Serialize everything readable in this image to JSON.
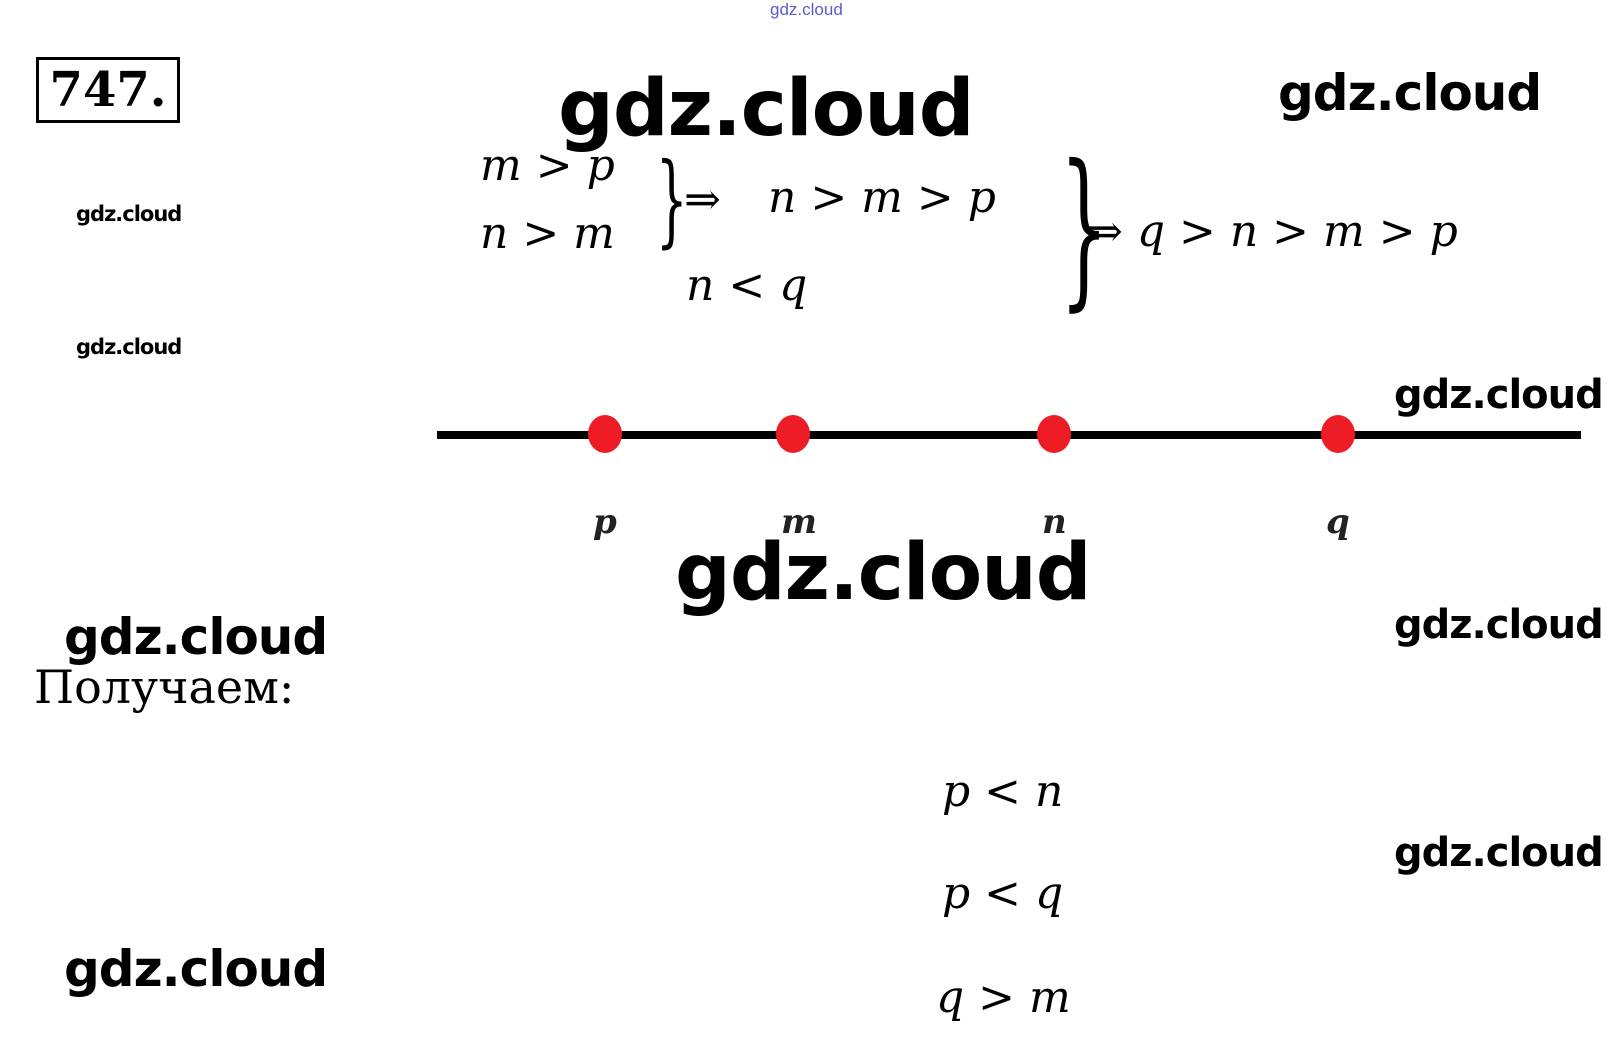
{
  "watermarks": {
    "header": "gdz.cloud",
    "big_top": "gdz.cloud",
    "top_right": "gdz.cloud",
    "left_small_1": "gdz.cloud",
    "left_small_2": "gdz.cloud",
    "right_line": "gdz.cloud",
    "big_middle": "gdz.cloud",
    "left_mid": "gdz.cloud",
    "right_mid": "gdz.cloud",
    "right_low": "gdz.cloud",
    "left_bottom": "gdz.cloud"
  },
  "problem_number": "747.",
  "system": {
    "line1": "m > p",
    "line2": "n > m",
    "arrow": "⇒",
    "result1": "n > m > p",
    "line3": "n < q",
    "final": "⇒ q > n > m > p"
  },
  "number_line": {
    "points": [
      {
        "label": "p",
        "order": 1
      },
      {
        "label": "m",
        "order": 2
      },
      {
        "label": "n",
        "order": 3
      },
      {
        "label": "q",
        "order": 4
      }
    ],
    "point_color": "#ee1c24",
    "line_color": "#000000"
  },
  "conclusion_label": "Получаем:",
  "conclusions": [
    "p < n",
    "p < q",
    "q > m"
  ]
}
